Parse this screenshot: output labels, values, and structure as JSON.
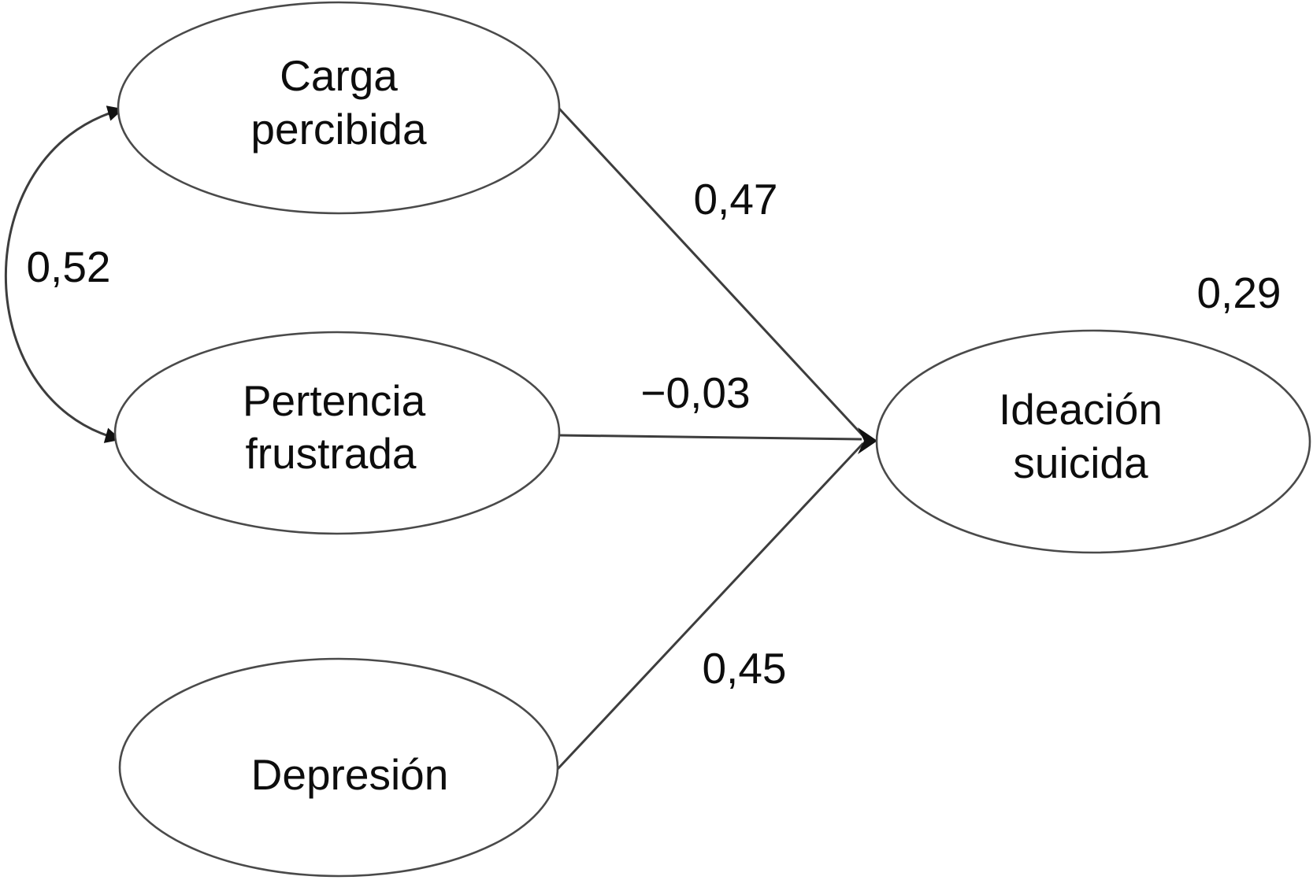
{
  "figure": {
    "type": "sem-path-diagram",
    "background": "#ffffff",
    "line_color": "#3d3d3d",
    "text_color": "#0d0d0d",
    "nodes": {
      "carga": {
        "line1": "Carga",
        "line2": "percibida"
      },
      "pertencia": {
        "line1": "Pertencia",
        "line2": "frustrada"
      },
      "depresion": {
        "line1": "Depresión"
      },
      "ideacion": {
        "line1": "Ideación",
        "line2": "suicida"
      }
    },
    "edges": [
      {
        "from": "Carga percibida",
        "to": "Ideación suicida",
        "type": "directed",
        "value": "0,47"
      },
      {
        "from": "Pertencia frustrada",
        "to": "Ideación suicida",
        "type": "directed",
        "value": "−0,03"
      },
      {
        "from": "Depresión",
        "to": "Ideación suicida",
        "type": "directed",
        "value": "0,45"
      },
      {
        "from": "Carga percibida",
        "to": "Pertencia frustrada",
        "type": "bidirectional-covariance",
        "value": "0,52"
      },
      {
        "on": "Ideación suicida",
        "type": "variance",
        "value": "0,29"
      }
    ]
  }
}
